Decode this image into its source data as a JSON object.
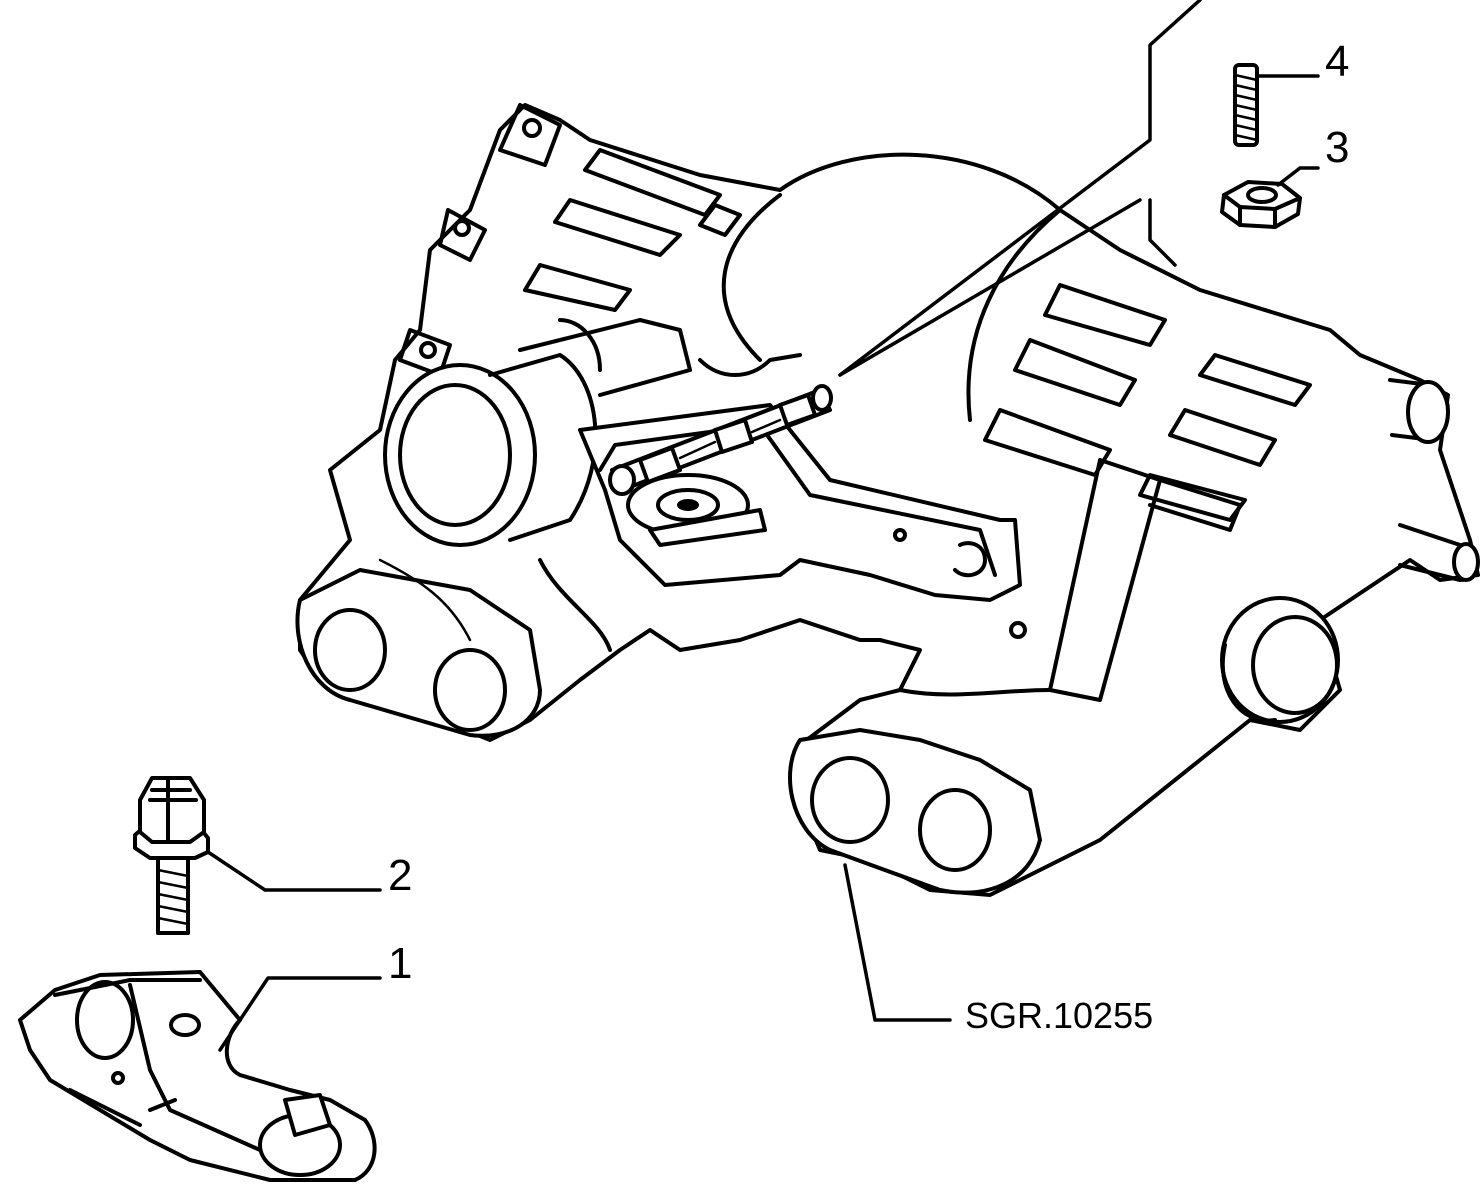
{
  "diagram": {
    "reference_code": "SGR.10255",
    "callouts": [
      {
        "number": "1",
        "part": "bracket"
      },
      {
        "number": "2",
        "part": "flange-bolt"
      },
      {
        "number": "3",
        "part": "hex-nut"
      },
      {
        "number": "4",
        "part": "threaded-stud"
      }
    ]
  }
}
